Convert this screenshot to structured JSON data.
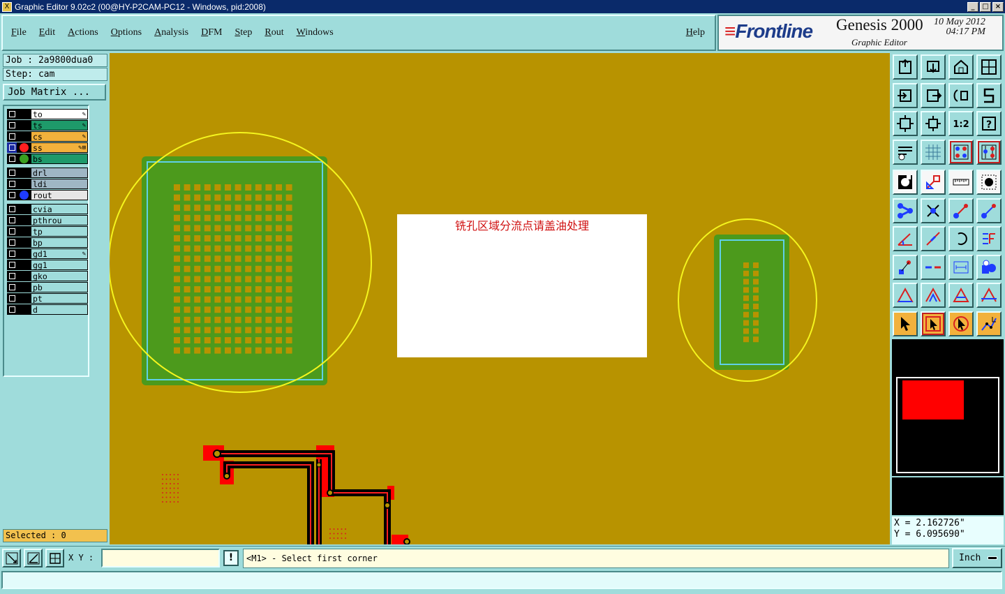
{
  "window": {
    "title": "Graphic Editor 9.02c2 (00@HY-P2CAM-PC12 - Windows, pid:2008)",
    "controls": [
      "_",
      "□",
      "×"
    ]
  },
  "menu": {
    "items": [
      "File",
      "Edit",
      "Actions",
      "Options",
      "Analysis",
      "DFM",
      "Step",
      "Rout",
      "Windows"
    ],
    "help": "Help"
  },
  "brand": {
    "logo": "Frontline",
    "product": "Genesis 2000",
    "subtitle": "Graphic Editor",
    "date": "10 May 2012",
    "time": "04:17 PM"
  },
  "job": {
    "job_label": "Job : 2a9800dua0",
    "step_label": "Step: cam",
    "matrix_button": "Job Matrix ..."
  },
  "layers": [
    {
      "name": "to",
      "color": "#ffffff",
      "marker": "",
      "edit": "✎",
      "selected": false
    },
    {
      "name": "ts",
      "color": "#1e9a6a",
      "marker": "",
      "edit": "✎",
      "selected": false
    },
    {
      "name": "cs",
      "color": "#f2b13c",
      "marker": "",
      "edit": "✎",
      "selected": false
    },
    {
      "name": "ss",
      "color": "#f2b13c",
      "marker": "#ff2020",
      "edit": "✎⊞",
      "selected": true
    },
    {
      "name": "bs",
      "color": "#1e9a6a",
      "marker": "#3aa020",
      "edit": "",
      "selected": false
    },
    {
      "name": "drl",
      "color": "#9fb6c4",
      "marker": "",
      "edit": "",
      "selected": false
    },
    {
      "name": "ldi",
      "color": "#9fb6c4",
      "marker": "",
      "edit": "",
      "selected": false
    },
    {
      "name": "rout",
      "color": "#e6e6e6",
      "marker": "#1e3cff",
      "edit": "",
      "selected": false
    },
    {
      "name": "cvia",
      "color": "#9fdcdb",
      "marker": "",
      "edit": "",
      "selected": false
    },
    {
      "name": "pthrou",
      "color": "#9fdcdb",
      "marker": "",
      "edit": "",
      "selected": false
    },
    {
      "name": "tp",
      "color": "#9fdcdb",
      "marker": "",
      "edit": "",
      "selected": false
    },
    {
      "name": "bp",
      "color": "#9fdcdb",
      "marker": "",
      "edit": "",
      "selected": false
    },
    {
      "name": "gd1",
      "color": "#9fdcdb",
      "marker": "",
      "edit": "✎",
      "selected": false
    },
    {
      "name": "gg1",
      "color": "#9fdcdb",
      "marker": "",
      "edit": "",
      "selected": false
    },
    {
      "name": "gko",
      "color": "#9fdcdb",
      "marker": "",
      "edit": "",
      "selected": false
    },
    {
      "name": "pb",
      "color": "#9fdcdb",
      "marker": "",
      "edit": "",
      "selected": false
    },
    {
      "name": "pt",
      "color": "#9fdcdb",
      "marker": "",
      "edit": "",
      "selected": false
    },
    {
      "name": "d",
      "color": "#9fdcdb",
      "marker": "",
      "edit": "",
      "selected": false
    }
  ],
  "selected_label": "Selected : 0",
  "canvas": {
    "note": "铣孔区域分流点请盖油处理",
    "board_color": "#b89300",
    "copper_color": "#4c9a1c",
    "outline_color": "#5fd0e8",
    "highlight_color": "#f5f51e"
  },
  "toolbar_icons": [
    "open-job-icon",
    "save-icon",
    "home-icon",
    "window-split-icon",
    "import-icon",
    "export-icon",
    "undo-icon",
    "redo-icon",
    "zoom-fit-icon",
    "zoom-center-icon",
    "scale-1to2-icon",
    "help-query-icon",
    "tools-icon",
    "grid-icon",
    "layer-matrix-icon",
    "layer-compare-icon",
    "snap-icon",
    "edit-shape-icon",
    "ruler-icon",
    "select-pad-icon",
    "connect-nodes-icon",
    "delete-node-icon",
    "move-node-icon",
    "add-node-icon",
    "angle-icon",
    "line-icon",
    "arc-icon",
    "mirror-icon",
    "feature-node-icon",
    "split-icon",
    "measure-icon",
    "group-icon",
    "triangle-draw-icon",
    "triangle-move-icon",
    "triangle-outline-icon",
    "triangle-break-icon",
    "select-arrow-icon",
    "select-box-icon",
    "select-area-icon",
    "select-net-icon"
  ],
  "coords": {
    "x": "X = 2.162726\"",
    "y": "Y = 6.095690\""
  },
  "bottom": {
    "xy_label": "X Y :",
    "xy_value": "",
    "alert": "!",
    "prompt": "<M1> - Select first corner",
    "unit": "Inch"
  }
}
